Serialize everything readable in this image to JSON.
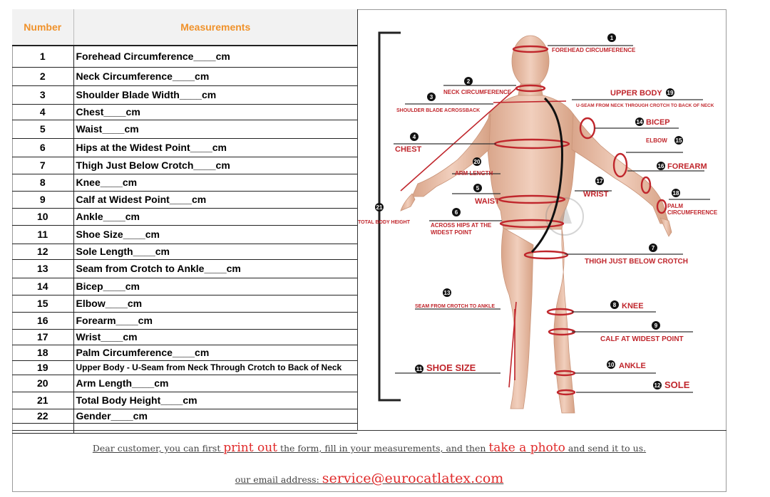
{
  "table": {
    "header_number": "Number",
    "header_measurements": "Measurements",
    "rows": [
      {
        "n": "1",
        "m": "Forehead Circumference____cm",
        "h": 30
      },
      {
        "n": "2",
        "m": "Neck Circumference____cm",
        "h": 26
      },
      {
        "n": "3",
        "m": "Shoulder Blade Width____cm",
        "h": 26
      },
      {
        "n": "4",
        "m": "Chest____cm",
        "h": 22
      },
      {
        "n": "5",
        "m": "Waist____cm",
        "h": 26
      },
      {
        "n": "6",
        "m": "Hips at the Widest Point____cm",
        "h": 26
      },
      {
        "n": "7",
        "m": "Thigh Just Below Crotch____cm",
        "h": 24
      },
      {
        "n": "8",
        "m": "Knee____cm",
        "h": 24
      },
      {
        "n": "9",
        "m": "Calf at Widest Point____cm",
        "h": 24
      },
      {
        "n": "10",
        "m": "Ankle____cm",
        "h": 24
      },
      {
        "n": "11",
        "m": "Shoe Size____cm",
        "h": 26
      },
      {
        "n": "12",
        "m": "Sole Length____cm",
        "h": 22
      },
      {
        "n": "13",
        "m": "Seam from Crotch to Ankle____cm",
        "h": 26
      },
      {
        "n": "14",
        "m": "Bicep____cm",
        "h": 24
      },
      {
        "n": "15",
        "m": "Elbow____cm",
        "h": 24
      },
      {
        "n": "16",
        "m": "Forearm____cm",
        "h": 24
      },
      {
        "n": "17",
        "m": "Wrist____cm",
        "h": 22
      },
      {
        "n": "18",
        "m": "Palm Circumference____cm",
        "h": 22
      },
      {
        "n": "19",
        "m": "Upper Body - U-Seam from Neck Through Crotch to Back of Neck",
        "h": 20,
        "small": true
      },
      {
        "n": "20",
        "m": "Arm Length____cm",
        "h": 24
      },
      {
        "n": "21",
        "m": "Total Body Height____cm",
        "h": 24
      },
      {
        "n": "22",
        "m": "Gender____cm",
        "h": 20
      },
      {
        "n": "",
        "m": "",
        "h": 14
      }
    ]
  },
  "figure": {
    "labels": {
      "l1": "FOREHEAD CIRCUMFERENCE",
      "l2": "NECK CIRCUMFERENCE",
      "l3": "SHOULDER BLADE ACROSSBACK",
      "l4": "CHEST",
      "l5": "WAIST",
      "l6a": "ACROSS HIPS AT THE",
      "l6b": "WIDEST POINT",
      "l7": "THIGH JUST BELOW CROTCH",
      "l8": "KNEE",
      "l9": "CALF AT WIDEST POINT",
      "l10": "ANKLE",
      "l11": "SHOE SIZE",
      "l12": "SOLE",
      "l13": "SEAM FROM CROTCH TO ANKLE",
      "l14": "BICEP",
      "l15": "ELBOW",
      "l16": "FOREARM",
      "l17": "WRIST",
      "l18a": "PALM",
      "l18b": "CIRCUMFERENCE",
      "l19a": "UPPER BODY",
      "l19b": "U-SEAM FROM NECK THROUGH CROTCH TO BACK OF NECK",
      "l20": "ARM LENGTH",
      "l21": "TOTAL BODY HEIGHT"
    },
    "badges": [
      "1",
      "2",
      "3",
      "4",
      "5",
      "6",
      "7",
      "8",
      "9",
      "10",
      "11",
      "12",
      "13",
      "14",
      "15",
      "16",
      "17",
      "18",
      "19",
      "20",
      "21"
    ]
  },
  "footer": {
    "line1_a": "Dear customer, you can first ",
    "line1_hl1": "print out",
    "line1_b": " the form, fill in your measurements, and then ",
    "line1_hl2": "take a photo",
    "line1_c": " and send it to us.",
    "line2_a": "our email address: ",
    "line2_email": "service@eurocatlatex.com"
  },
  "colors": {
    "header_text": "#f0922b",
    "label_red": "#c0262c",
    "accent_red": "#e02a2a",
    "skin": "#e9c0a9"
  }
}
